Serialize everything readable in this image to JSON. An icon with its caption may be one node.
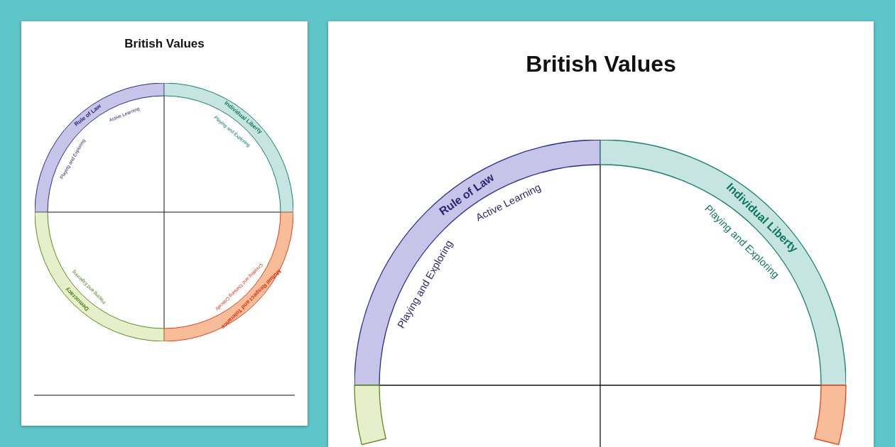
{
  "diagram": {
    "nodes": [
      {
        "text": [
          "British Values"
        ]
      },
      {
        "text": [
          "Rule of Law"
        ],
        "beside": [
          "Active Learning",
          "Playing and Exploring"
        ],
        "in": 0
      },
      {
        "text": [
          "Individual Liberty"
        ],
        "beside": [
          "Playing and Exploring"
        ],
        "in": 0
      },
      {
        "text": [
          "Mutual Respect and Tolerance"
        ],
        "beside": [
          "Creating and Thinking Critically"
        ],
        "in": 0
      },
      {
        "text": [
          "Democracy"
        ],
        "beside": [
          "Playing and Exploring"
        ],
        "in": 0
      },
      {
        "text": [
          "British Values"
        ]
      },
      {
        "text": [
          "Rule of Law"
        ],
        "beside": [
          "Active Learning",
          "Playing and Exploring"
        ],
        "in": 5
      },
      {
        "text": [
          "Individual Liberty"
        ],
        "beside": [
          "Playing and Exploring"
        ],
        "in": 5
      },
      {
        "text": [],
        "shape": "band",
        "in": 5
      },
      {
        "text": [],
        "shape": "band",
        "in": 5
      }
    ]
  }
}
